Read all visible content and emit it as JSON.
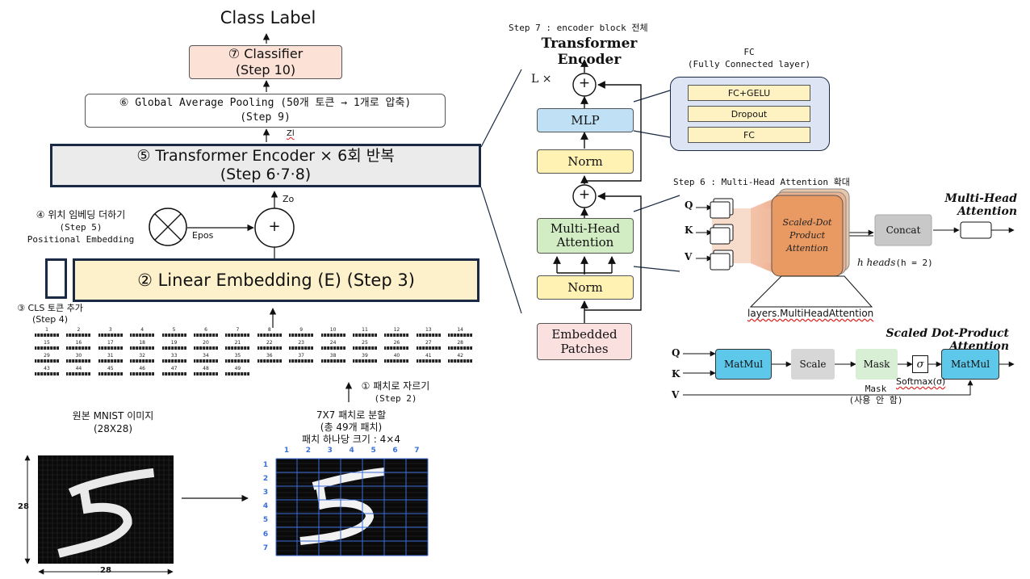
{
  "left": {
    "class_label": "Class Label",
    "classifier_line1": "⑦ Classifier",
    "classifier_line2": "(Step 10)",
    "gap_line1": "⑥ Global Average Pooling (50개 토큰 → 1개로 압축)",
    "gap_line2": "(Step 9)",
    "zl": "Zl",
    "encoder_line1": "⑤ Transformer Encoder × 6회 반복",
    "encoder_line2": "(Step 6·7·8)",
    "zo": "Zo",
    "pos_line1": "④ 위치 임베딩 더하기",
    "pos_line2": "(Step 5)",
    "pos_line3": "Positional Embedding",
    "epos": "Epos",
    "plus": "+",
    "linear_embed": "② Linear Embedding (E) (Step 3)",
    "cls_line1": "③ CLS 토큰 추가",
    "cls_line2": "(Step 4)",
    "patch_cut_line1": "① 패치로 자르기",
    "patch_cut_line2": "(Step 2)",
    "patch_numbers": [
      "1",
      "2",
      "3",
      "4",
      "5",
      "6",
      "7",
      "8",
      "9",
      "10",
      "11",
      "12",
      "13",
      "14",
      "15",
      "16",
      "17",
      "18",
      "19",
      "20",
      "21",
      "22",
      "23",
      "24",
      "25",
      "26",
      "27",
      "28",
      "29",
      "30",
      "31",
      "32",
      "33",
      "34",
      "35",
      "36",
      "37",
      "38",
      "39",
      "40",
      "41",
      "42",
      "43",
      "44",
      "45",
      "46",
      "47",
      "48",
      "49"
    ],
    "mnist_line1": "원본 MNIST 이미지",
    "mnist_line2": "(28X28)",
    "dim_height": "28",
    "dim_width": "28",
    "split_line1": "7X7 패치로 분할",
    "split_line2": "(총 49개 패치)",
    "split_line3": "패치 하나당 크기 : 4×4",
    "grid_cols": [
      "1",
      "2",
      "3",
      "4",
      "5",
      "6",
      "7"
    ],
    "grid_rows": [
      "1",
      "2",
      "3",
      "4",
      "5",
      "6",
      "7"
    ]
  },
  "encoder": {
    "step7": "Step 7 : encoder block 전체",
    "title": "Transformer Encoder",
    "lx": "L ×",
    "mlp": "MLP",
    "norm_top": "Norm",
    "mha_line1": "Multi-Head",
    "mha_line2": "Attention",
    "norm_bottom": "Norm",
    "embedded_line1": "Embedded",
    "embedded_line2": "Patches",
    "plus": "+"
  },
  "fc": {
    "title_line1": "FC",
    "title_line2": "(Fully Connected layer)",
    "items": [
      "FC+GELU",
      "Dropout",
      "FC"
    ]
  },
  "mha": {
    "step6": "Step 6 : Multi-Head Attention 확대",
    "title": "Multi-Head Attention",
    "q": "Q",
    "k": "K",
    "v": "V",
    "sdpa_line1": "Scaled-Dot",
    "sdpa_line2": "Product",
    "sdpa_line3": "Attention",
    "concat": "Concat",
    "heads_italic": "h heads",
    "heads_mono": "(h = 2)",
    "layer_name": "layers.MultiHeadAttention"
  },
  "sdpa": {
    "title": "Scaled Dot-Product Attention",
    "q": "Q",
    "k": "K",
    "v": "V",
    "matmul1": "MatMul",
    "scale": "Scale",
    "mask": "Mask",
    "sigma": "σ",
    "matmul2": "MatMul",
    "softmax": "Softmax(σ)",
    "mask_note1": "Mask",
    "mask_note2": "(사용 안 함)"
  },
  "colors": {
    "classifier": "#fce1d6",
    "linear_embed": "#fdf1cc",
    "encoder_band": "#ebebeb",
    "dark_border": "#1b2a44",
    "mlp": "#bfe0f5",
    "norm": "#fff2b3",
    "mha": "#d2ecc4",
    "embedded": "#fbe0e0",
    "sdpa_orange": "#e99a63",
    "fc_panel": "#dde5f5",
    "matmul": "#5ec8ea",
    "scale": "#d7d7d7",
    "mask": "#d8efd6",
    "sdpa_panel": "#fdf1e8"
  }
}
